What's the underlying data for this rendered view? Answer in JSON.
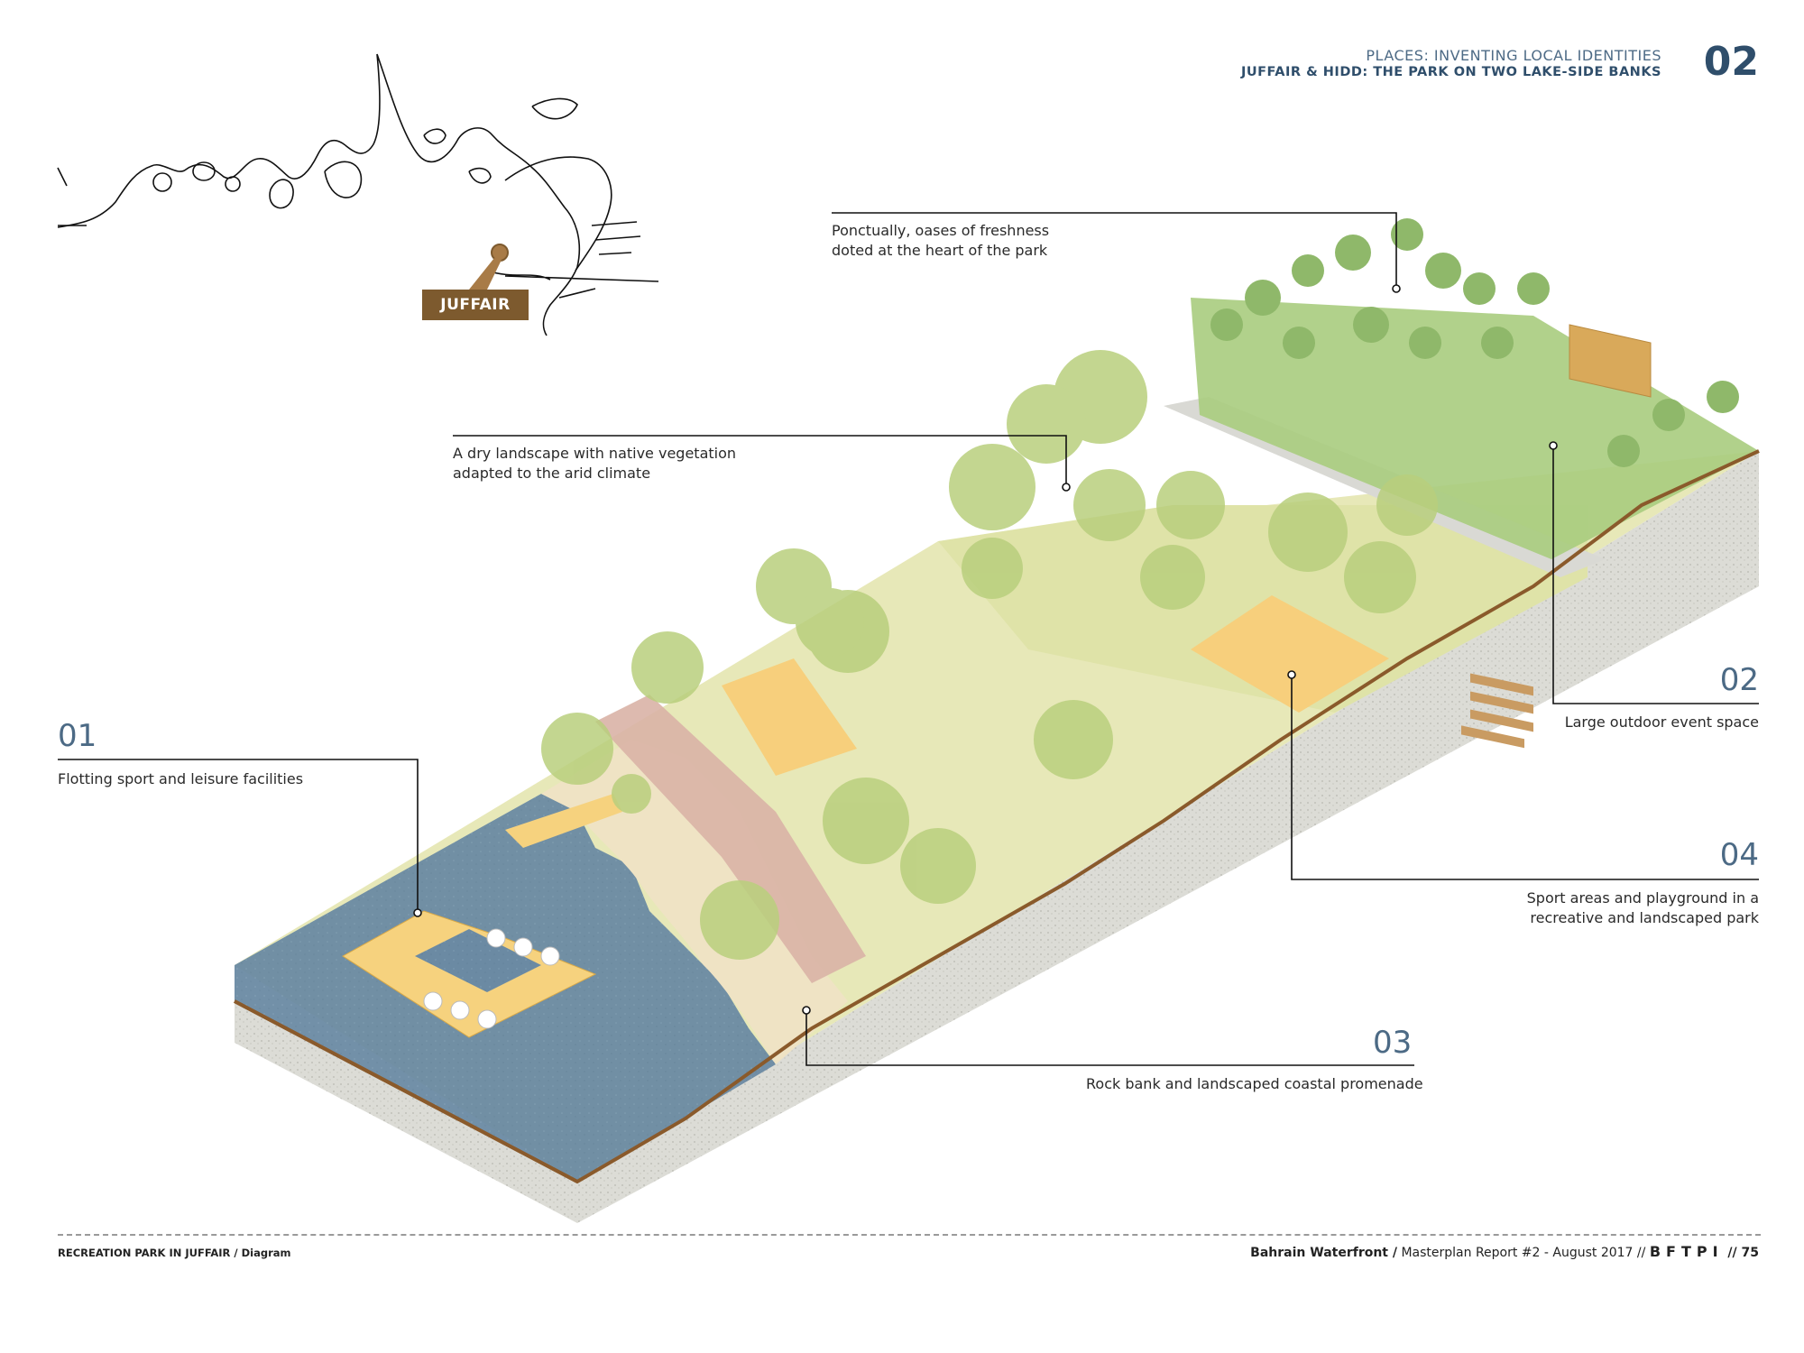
{
  "header": {
    "section_label": "PLACES: INVENTING LOCAL IDENTITIES",
    "section_number": "02",
    "subtitle": "JUFFAIR & HIDD: THE PARK ON  TWO LAKE-SIDE BANKS"
  },
  "map": {
    "location_label": "JUFFAIR"
  },
  "callouts": [
    {
      "number": "01",
      "text_lines": [
        "Flotting sport and leisure facilities"
      ]
    },
    {
      "number": "02",
      "text_lines": [
        "Large outdoor event space"
      ]
    },
    {
      "number": "03",
      "text_lines": [
        "Rock bank and landscaped coastal promenade"
      ]
    },
    {
      "number": "04",
      "text_lines": [
        "Sport areas and playground in a",
        "recreative and landscaped park"
      ]
    },
    {
      "number": "",
      "text_lines": [
        "A dry landscape with native vegetation",
        "adapted to the arid climate"
      ]
    },
    {
      "number": "",
      "text_lines": [
        "Ponctually, oases of freshness",
        "doted at the heart of the park"
      ]
    }
  ],
  "footer": {
    "left": "RECREATION PARK IN JUFFAIR / Diagram",
    "client": "Bahrain Waterfront /",
    "report": " Masterplan Report #2 - August 2017 //",
    "brand": "BFTPI",
    "page_sep": " // ",
    "page": "75"
  },
  "colors": {
    "water": "#6b8aa3",
    "sand": "#efe3c4",
    "lawn": "#e7e8b8",
    "promenade": "#d9b3a6",
    "sport_area": "#f7cf7c",
    "tree_canopy": "#b9cf7d",
    "palm_zone": "#a8cc7e",
    "soil_side": "#d7d7d2",
    "earth_line": "#8a5a2b",
    "accent_blue": "#2f4e6b"
  }
}
